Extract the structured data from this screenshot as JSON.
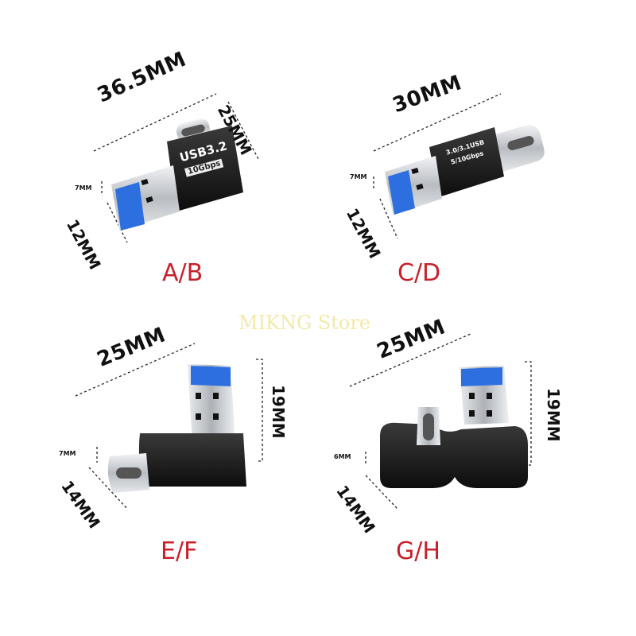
{
  "watermark": "MIKNG Store",
  "panels": {
    "ab": {
      "label": "A/B",
      "length": "36.5MM",
      "depth": "25MM",
      "height_small": "7MM",
      "width": "12MM",
      "brand_line1": "USB3.2",
      "brand_line2": "10Gbps"
    },
    "cd": {
      "label": "C/D",
      "length": "30MM",
      "height_small": "7MM",
      "width": "12MM",
      "brand_line1": "3.0/3.1USB",
      "brand_line2": "5/10Gbps"
    },
    "ef": {
      "label": "E/F",
      "length": "25MM",
      "height": "19MM",
      "height_small": "7MM",
      "width": "14MM"
    },
    "gh": {
      "label": "G/H",
      "length": "25MM",
      "height": "19MM",
      "height_small": "6MM",
      "width": "14MM"
    }
  },
  "colors": {
    "label": "#c8202a",
    "usb_blue": "#2e6fe0",
    "body": "#1a1a1a",
    "metal": "#c9ccd0"
  }
}
